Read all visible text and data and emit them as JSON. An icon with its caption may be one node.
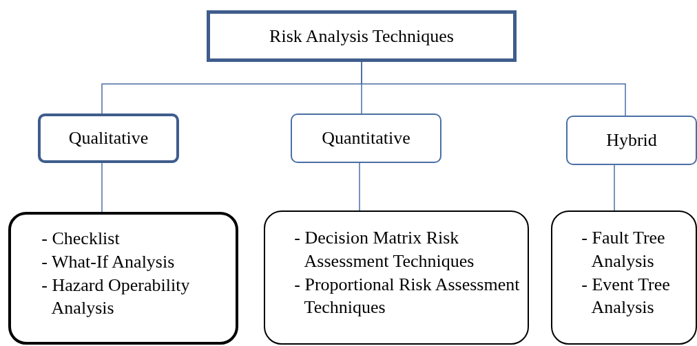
{
  "diagram": {
    "nodes": [
      {
        "text": [
          "Risk Analysis Techniques"
        ]
      },
      {
        "text": [
          "Qualitative"
        ]
      },
      {
        "text": [
          "Quantitative"
        ]
      },
      {
        "text": [
          "Hybrid"
        ]
      },
      {
        "text": [
          "- Checklist",
          "- What-If Analysis",
          "- Hazard Operability Analysis"
        ]
      },
      {
        "text": [
          "- Decision Matrix Risk Assessment Techniques",
          "- Proportional Risk Assessment Techniques"
        ]
      },
      {
        "text": [
          "- Fault Tree Analysis",
          "- Event Tree Analysis"
        ]
      }
    ],
    "edges": [
      {
        "from": 0,
        "to": 1,
        "arrow": "none"
      },
      {
        "from": 0,
        "to": 2,
        "arrow": "none"
      },
      {
        "from": 0,
        "to": 3,
        "arrow": "none"
      },
      {
        "from": 1,
        "to": 4,
        "arrow": "none"
      },
      {
        "from": 2,
        "to": 5,
        "arrow": "none"
      },
      {
        "from": 3,
        "to": 6,
        "arrow": "none"
      }
    ]
  }
}
